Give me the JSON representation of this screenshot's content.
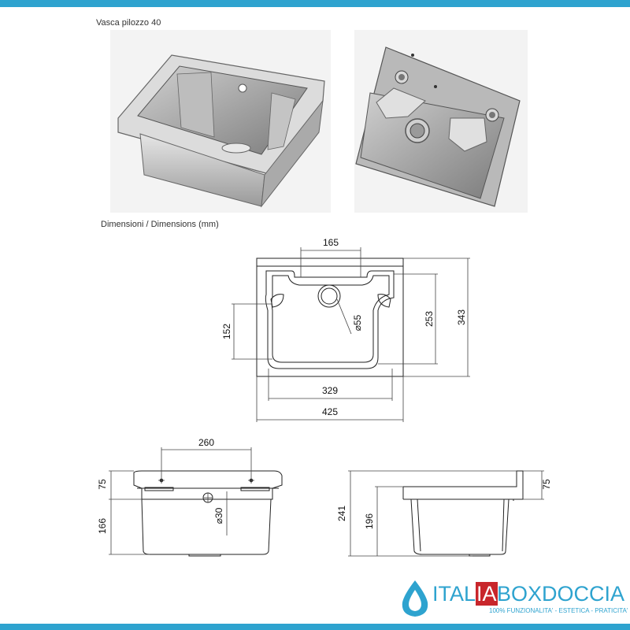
{
  "header": {
    "title": "Vasca pilozzo 40",
    "subtitle": "Dimensioni / Dimensions  (mm)"
  },
  "dimensions": {
    "top_view": {
      "inner_top_width": "165",
      "hole_dia": "⌀55",
      "left_depth": "152",
      "inner_height": "253",
      "total_height": "343",
      "inner_width": "329",
      "total_width": "425"
    },
    "front_view": {
      "hole_spacing": "260",
      "rim_height": "75",
      "body_height": "166",
      "drain_dia": "⌀30"
    },
    "side_view": {
      "total_height": "241",
      "body_height": "196",
      "rim_height": "75"
    }
  },
  "logo": {
    "part1": "ITAL",
    "part2": "IA",
    "part3": "BOXDOCCIA",
    "tagline": "100% FUNZIONALITA' - ESTETICA - PRATICITA'"
  },
  "colors": {
    "accent": "#2ea3cf",
    "logo_red": "#c8262b"
  }
}
